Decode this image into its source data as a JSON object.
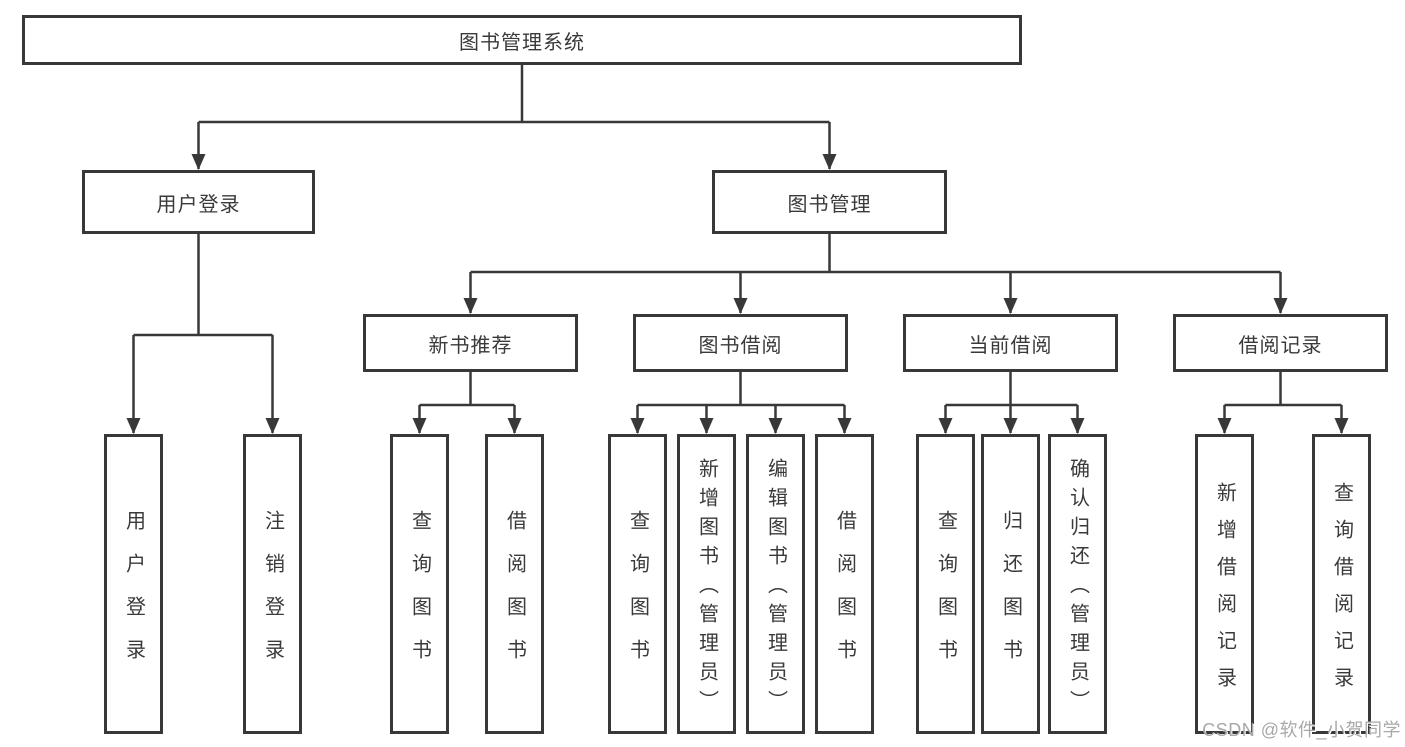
{
  "diagram_title": "图书管理系统",
  "colors": {
    "line": "#383838",
    "text": "#3a3a3a",
    "box_bg": "#ffffff",
    "watermark": "#a8a8a8",
    "canvas_bg": "#ffffff"
  },
  "nodes": {
    "root": {
      "label": "图书管理系统"
    },
    "level2": [
      {
        "label": "用户登录"
      },
      {
        "label": "图书管理"
      }
    ],
    "level3": [
      {
        "label": "新书推荐"
      },
      {
        "label": "图书借阅"
      },
      {
        "label": "当前借阅"
      },
      {
        "label": "借阅记录"
      }
    ],
    "leaves": {
      "user_login": [
        "用户登录",
        "注销登录"
      ],
      "new_book_recommend": [
        "查询图书",
        "借阅图书"
      ],
      "book_borrow": [
        "查询图书",
        "新增图书（管理员）",
        "编辑图书（管理员）",
        "借阅图书"
      ],
      "current_borrow": [
        "查询图书",
        "归还图书",
        "确认归还（管理员）"
      ],
      "borrow_record": [
        "新增借阅记录",
        "查询借阅记录"
      ]
    }
  },
  "watermark": {
    "text": "CSDN @软件_小贺同学"
  }
}
